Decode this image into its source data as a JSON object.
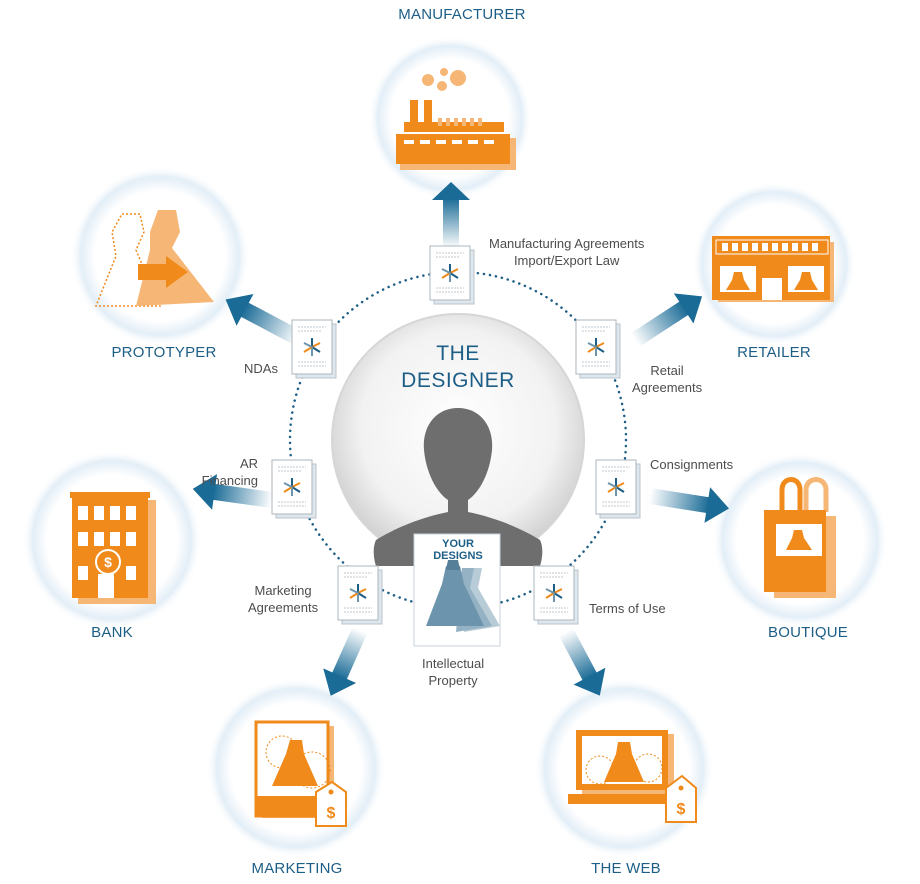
{
  "center": {
    "title_line1": "THE",
    "title_line2": "DESIGNER"
  },
  "your_designs": {
    "line1": "YOUR",
    "line2": "DESIGNS"
  },
  "nodes": {
    "manufacturer": "MANUFACTURER",
    "prototyper": "PROTOTYPER",
    "retailer": "RETAILER",
    "bank": "BANK",
    "boutique": "BOUTIQUE",
    "marketing": "MARKETING",
    "the_web": "THE WEB"
  },
  "documents": {
    "manufacturing": [
      "Manufacturing Agreements",
      "Import/Export Law"
    ],
    "ndas": [
      "NDAs"
    ],
    "retail": [
      "Retail",
      "Agreements"
    ],
    "ar_financing": [
      "AR",
      "Financing"
    ],
    "consignments": [
      "Consignments"
    ],
    "marketing": [
      "Marketing",
      "Agreements"
    ],
    "terms": [
      "Terms of Use"
    ],
    "ip": [
      "Intellectual",
      "Property"
    ]
  },
  "colors": {
    "accent_orange": "#ef8a1b",
    "light_orange": "#f6b676",
    "blue": "#1d5e86",
    "arrow_blue": "#1a6b96",
    "silhouette": "#6e6e6e",
    "dress_blue": "#6c95ad",
    "halo": "#d6e6f2"
  },
  "icons": [
    "factory-icon",
    "dress-prototype-icon",
    "storefront-icon",
    "bank-building-icon",
    "shopping-bag-icon",
    "marketing-flyer-icon",
    "laptop-icon",
    "person-silhouette-icon",
    "contract-document-icon",
    "price-tag-icon"
  ]
}
